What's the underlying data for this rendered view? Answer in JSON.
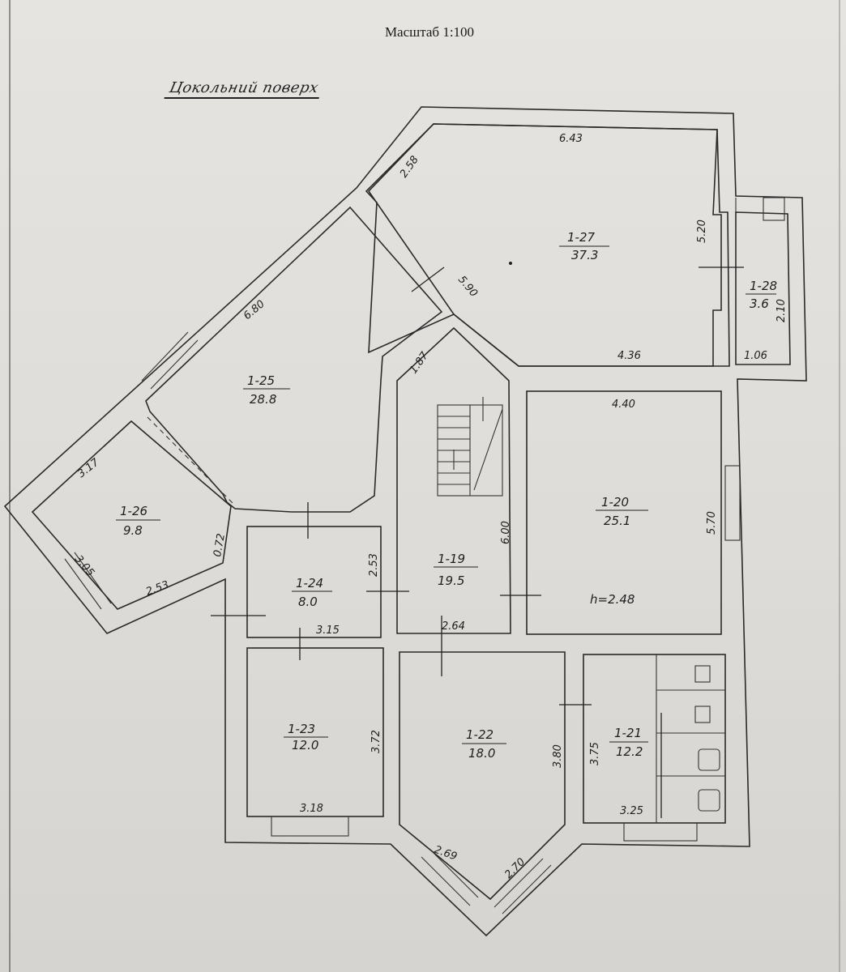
{
  "header": {
    "scale": "Масштаб 1:100",
    "floor_title": "Цокольний поверх"
  },
  "rooms": [
    {
      "id": "1-27",
      "area": "37.3"
    },
    {
      "id": "1-28",
      "area": "3.6"
    },
    {
      "id": "1-25",
      "area": "28.8"
    },
    {
      "id": "1-26",
      "area": "9.8"
    },
    {
      "id": "1-20",
      "area": "25.1"
    },
    {
      "id": "1-19",
      "area": "19.5"
    },
    {
      "id": "1-24",
      "area": "8.0"
    },
    {
      "id": "1-23",
      "area": "12.0"
    },
    {
      "id": "1-22",
      "area": "18.0"
    },
    {
      "id": "1-21",
      "area": "12.2"
    }
  ],
  "dimensions": {
    "d_643": "6.43",
    "d_258": "2.58",
    "d_520": "5.20",
    "d_210": "2.10",
    "d_436": "4.36",
    "d_106": "1.06",
    "d_680": "6.80",
    "d_590": "5.90",
    "d_187": "1.87",
    "d_440": "4.40",
    "d_570": "5.70",
    "d_317": "3.17",
    "d_305": "3.05",
    "d_253": "2.53",
    "d_072": "0.72",
    "d_600": "6.00",
    "d_253b": "2.53",
    "d_315": "3.15",
    "d_264": "2.64",
    "d_372": "3.72",
    "d_318": "3.18",
    "d_380": "3.80",
    "d_375": "3.75",
    "d_325": "3.25",
    "d_269": "2.69",
    "d_270": "2.70"
  },
  "annotations": {
    "height": "h=2.48"
  }
}
